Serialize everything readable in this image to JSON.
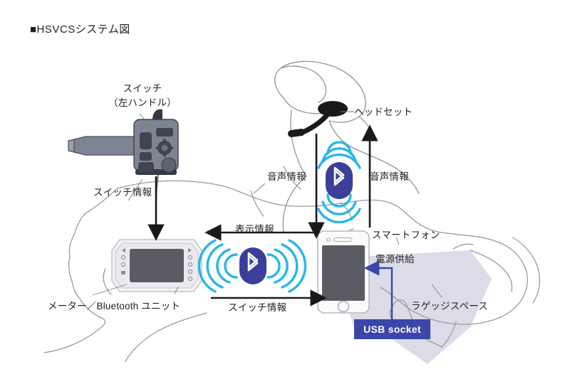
{
  "title": "■HSVCSシステム図",
  "labels": {
    "switch": "スイッチ\n（左ハンドル）",
    "headset": "ヘッドセット",
    "voice_info_left": "音声情報",
    "voice_info_right": "音声情報",
    "switch_info_top": "スイッチ情報",
    "display_info": "表示情報",
    "smartphone": "スマートフォン",
    "power_supply": "電源供給",
    "meter_unit": "メーター／Bluetooth ユニット",
    "switch_info_bottom": "スイッチ情報",
    "luggage_space": "ラゲッジスペース",
    "usb_socket": "USB socket"
  },
  "icons": {
    "bluetooth_vertical": "bluetooth-icon",
    "bluetooth_horizontal": "bluetooth-icon"
  },
  "colors": {
    "text": "#231f20",
    "bluetooth_badge": "#3b3f98",
    "bluetooth_wave": "#29b6e8",
    "usb_badge": "#3a47a8",
    "power_arrow": "#3a47a8",
    "luggage_fill": "#dcdce8",
    "outline": "#9a9a9e",
    "arrow": "#1a1a1a",
    "device_body": "#e8e8ee",
    "device_screen": "#5b5b63",
    "switch_body": "#7a8090"
  }
}
